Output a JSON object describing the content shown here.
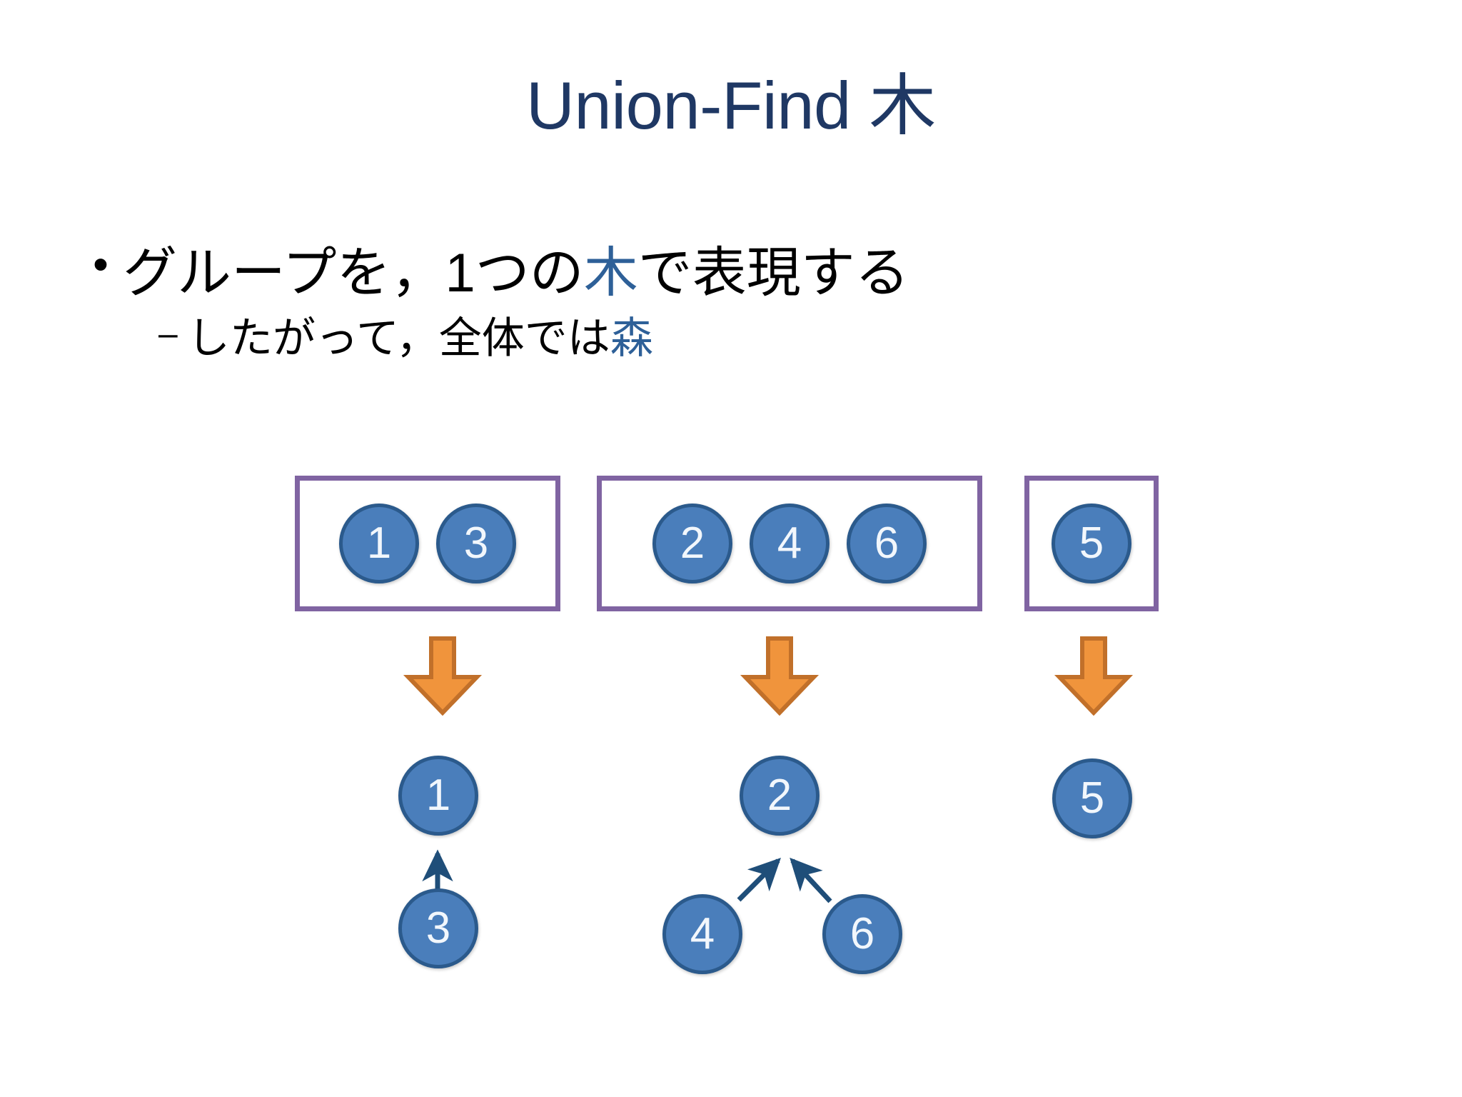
{
  "slide": {
    "title": "Union-Find 木",
    "title_color": "#1F3864",
    "background": "#ffffff"
  },
  "bullets": {
    "mark": "•",
    "main": {
      "prefix": "グループを，1つの",
      "highlight": "木",
      "suffix": "で表現する"
    },
    "sub": {
      "mark": "–",
      "prefix": "したがって，全体では",
      "highlight": "森",
      "suffix": ""
    },
    "highlight_color": "#2E6098"
  },
  "diagram": {
    "box_border_color": "#8064A2",
    "node_fill": "#4A7EBB",
    "node_stroke": "#2B5A8C",
    "node_text_color": "#F2F7FC",
    "arrow_fill": "#F0943C",
    "arrow_stroke": "#C1702A",
    "link_color": "#1F4E79",
    "groups": [
      {
        "name": "group-1",
        "members": [
          "1",
          "3"
        ]
      },
      {
        "name": "group-2",
        "members": [
          "2",
          "4",
          "6"
        ]
      },
      {
        "name": "group-3",
        "members": [
          "5"
        ]
      }
    ],
    "arrows": [
      {
        "name": "transform-arrow-1"
      },
      {
        "name": "transform-arrow-2"
      },
      {
        "name": "transform-arrow-3"
      }
    ],
    "trees": [
      {
        "name": "tree-1",
        "root": "1",
        "children": [
          "3"
        ]
      },
      {
        "name": "tree-2",
        "root": "2",
        "children": [
          "4",
          "6"
        ]
      },
      {
        "name": "tree-3",
        "root": "5",
        "children": []
      }
    ]
  }
}
